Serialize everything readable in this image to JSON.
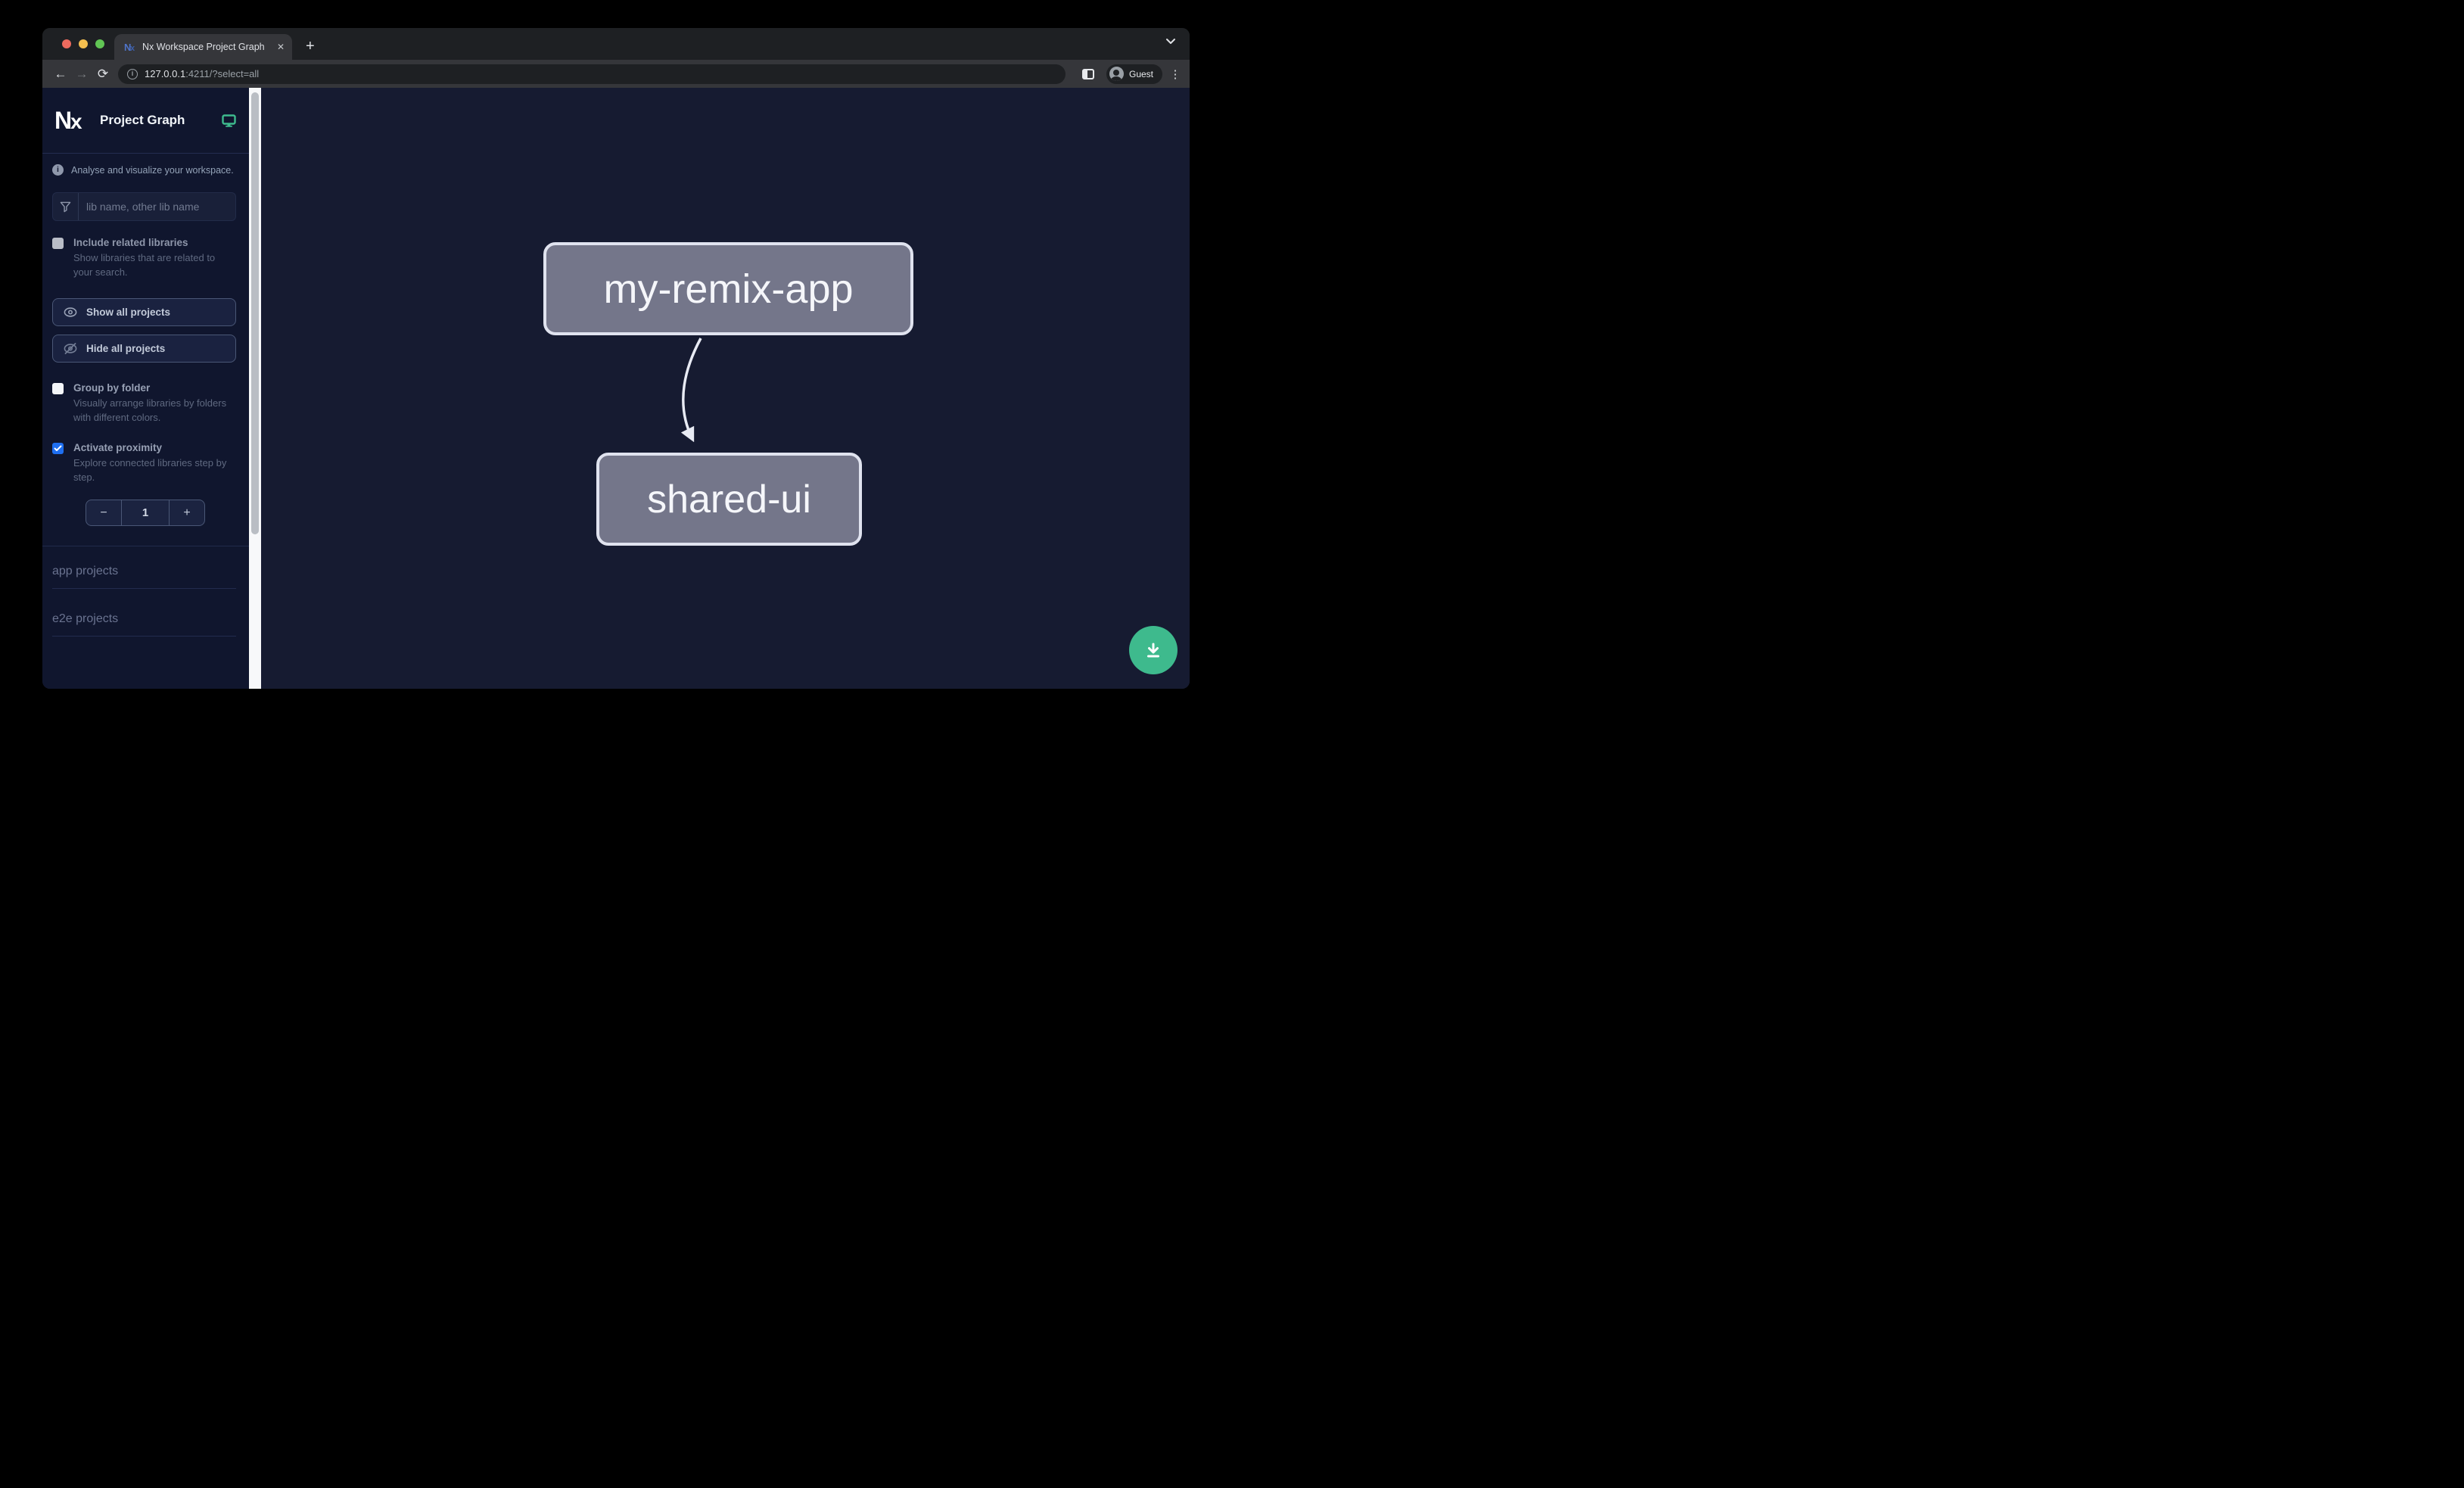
{
  "browser": {
    "tab": {
      "title": "Nx Workspace Project Graph"
    },
    "toolbar": {
      "url_host": "127.0.0.1",
      "url_rest": ":4211/?select=all",
      "profile_label": "Guest"
    }
  },
  "sidebar": {
    "app_title": "Project Graph",
    "tagline": "Analyse and visualize your workspace.",
    "search": {
      "placeholder": "lib name, other lib name",
      "value": ""
    },
    "options": [
      {
        "label": "Include related libraries",
        "description": "Show libraries that are related to your search.",
        "checked": false
      },
      {
        "label": "Group by folder",
        "description": "Visually arrange libraries by folders with different colors.",
        "checked": false
      },
      {
        "label": "Activate proximity",
        "description": "Explore connected libraries step by step.",
        "checked": true
      }
    ],
    "buttons": {
      "show_all": "Show all projects",
      "hide_all": "Hide all projects"
    },
    "proximity_stepper": {
      "decrement": "−",
      "value": "1",
      "increment": "+"
    },
    "sections": [
      {
        "label": "app projects"
      },
      {
        "label": "e2e projects"
      }
    ]
  },
  "graph": {
    "nodes": [
      {
        "id": "my-remix-app",
        "label": "my-remix-app"
      },
      {
        "id": "shared-ui",
        "label": "shared-ui"
      }
    ],
    "edges": [
      {
        "source": "my-remix-app",
        "target": "shared-ui"
      }
    ]
  },
  "colors": {
    "accent_teal": "#3eba8d",
    "checkbox_checked_blue": "#1f6ff0",
    "node_fill": "#74768a",
    "node_border": "#e0e3ef",
    "canvas_bg": "#161b31",
    "sidebar_bg": "#10162e"
  }
}
